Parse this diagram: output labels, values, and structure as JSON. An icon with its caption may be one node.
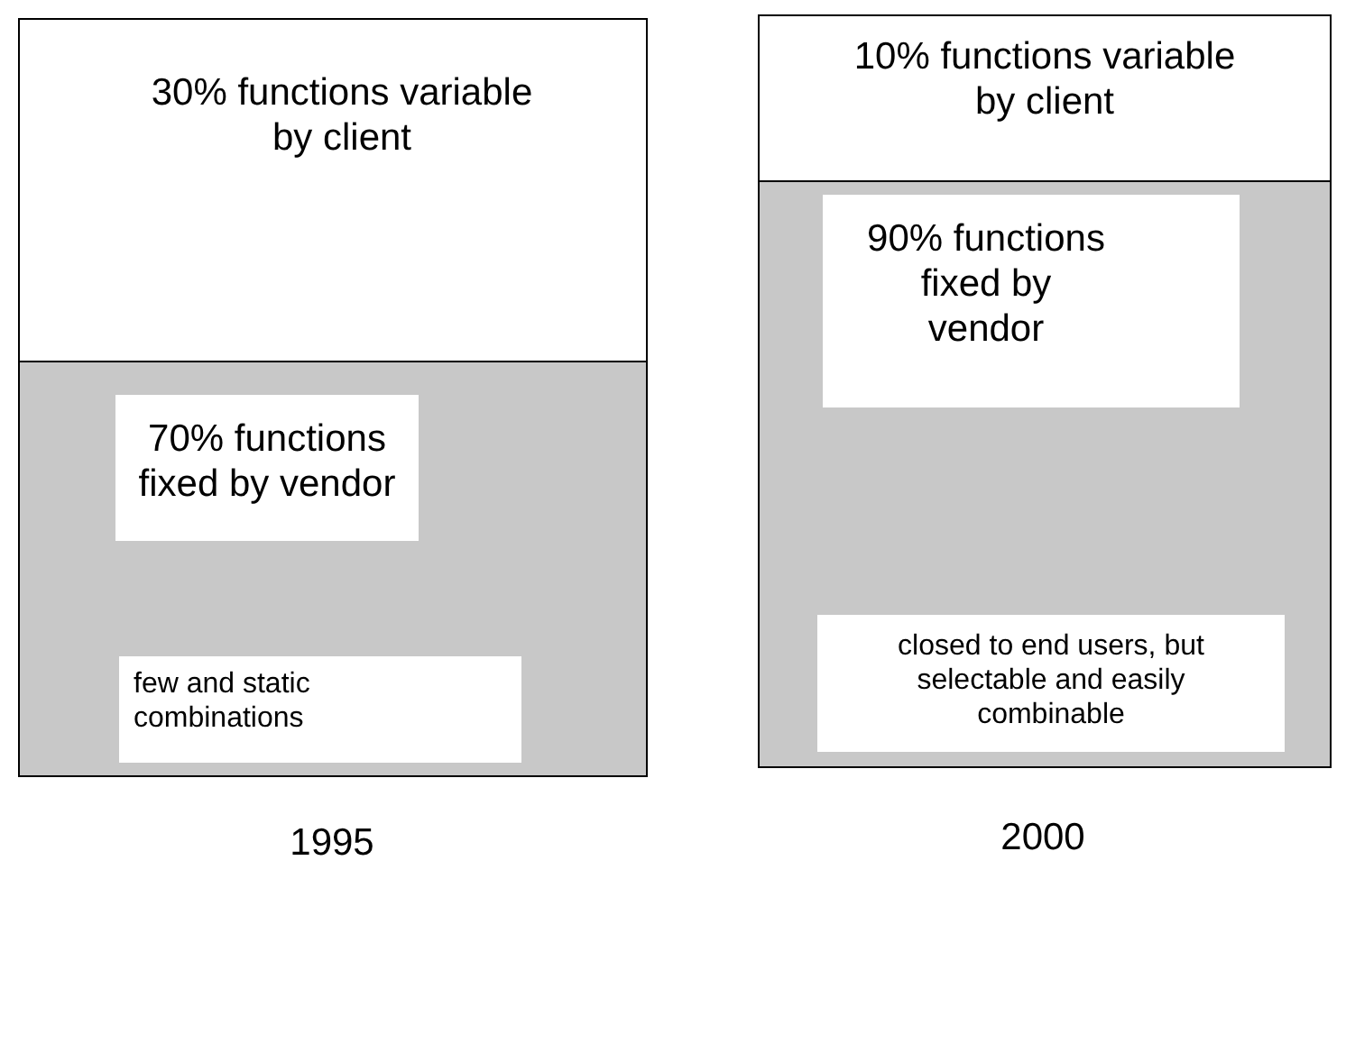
{
  "diagram": {
    "nodes": [
      {
        "text": [
          "30% functions variable by client"
        ]
      },
      {
        "text": [],
        "shape": "box"
      },
      {
        "text": [
          "70% functions fixed by vendor"
        ],
        "in": 1
      },
      {
        "text": [
          "few and static combinations"
        ],
        "in": 1
      },
      {
        "text": [
          "10% functions variable by client"
        ]
      },
      {
        "text": [],
        "shape": "box"
      },
      {
        "text": [
          "90% functions fixed by vendor"
        ],
        "in": 5
      },
      {
        "text": [
          "closed to end users, but selectable and easily combinable"
        ],
        "in": 5
      }
    ],
    "labels": [
      "1995",
      "2000"
    ]
  }
}
